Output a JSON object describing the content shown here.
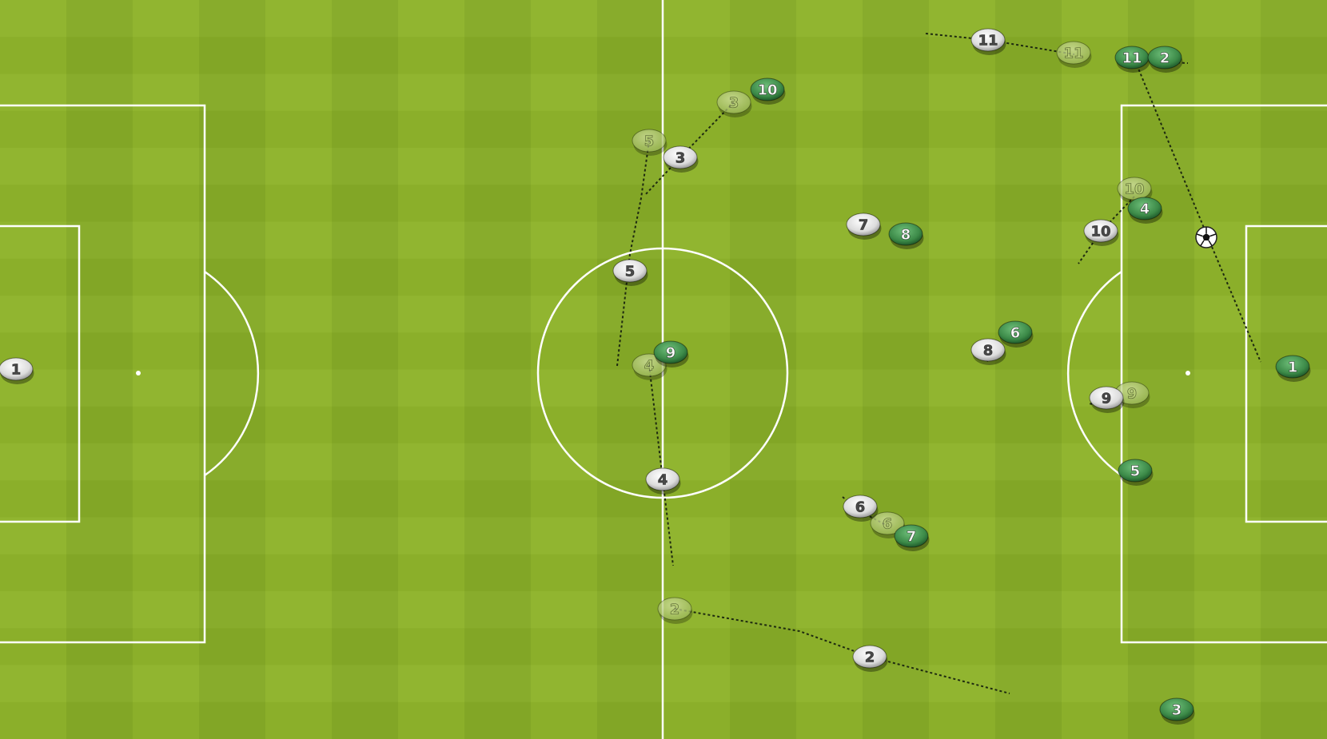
{
  "colors": {
    "grass_light": "#8fb42c",
    "grass_dark": "#86ab27",
    "line": "#ffffff",
    "team_home": "#f0f0f0",
    "team_away": "#3c8a48",
    "ghost": "#a9c46a",
    "movement_line": "#1e2a10"
  },
  "ball_icon": "soccer-ball-icon",
  "home_team": {
    "players": [
      {
        "num": "1"
      },
      {
        "num": "5"
      },
      {
        "num": "3"
      },
      {
        "num": "4"
      },
      {
        "num": "11"
      },
      {
        "num": "7"
      },
      {
        "num": "8"
      },
      {
        "num": "6"
      },
      {
        "num": "10"
      },
      {
        "num": "9"
      },
      {
        "num": "2"
      }
    ]
  },
  "away_team": {
    "players": [
      {
        "num": "10"
      },
      {
        "num": "9"
      },
      {
        "num": "11"
      },
      {
        "num": "8"
      },
      {
        "num": "7"
      },
      {
        "num": "2"
      },
      {
        "num": "4"
      },
      {
        "num": "6"
      },
      {
        "num": "5"
      },
      {
        "num": "1"
      },
      {
        "num": "3"
      }
    ]
  },
  "ghost_positions": {
    "labels": [
      "5",
      "3",
      "4",
      "2",
      "11",
      "6",
      "10",
      "9"
    ]
  }
}
